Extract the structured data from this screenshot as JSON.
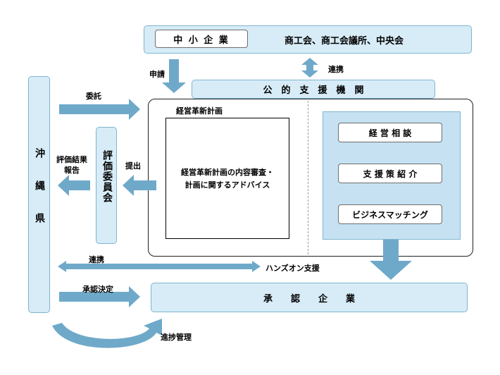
{
  "top": {
    "chusho_kigyo": "中 小 企 業",
    "organizations": "商工会、商工会議所、中央会"
  },
  "renkei_top": "連携",
  "shinsei": "申請",
  "koteki_shien_kikan": "公　的　支　援　機　関",
  "okinawa_ken": "沖縄県",
  "itaku": "委託",
  "hyoka_kekka_hokoku": [
    "評価結果",
    "報告"
  ],
  "hyoka_iinkai": "評価委員会",
  "teishutsu": "提出",
  "keiei_kakushin_keikaku": "経営革新計画",
  "review_text": [
    "経営革新計画の内容審査・",
    "計画に関するアドバイス"
  ],
  "services": [
    "経 営 相 談",
    "支 援 策 紹 介",
    "ビジネスマッチング"
  ],
  "renkei_bottom": "連携",
  "hands_on": "ハンズオン支援",
  "shonin_kettei": "承認決定",
  "shonin_kigyo": "承　　認　　企　　業",
  "shinchoku_kanri": "進捗管理",
  "colors": {
    "box_fill": "#d7ecf7",
    "box_border": "#7fb4d0",
    "arrow_fill": "#6fa9c9",
    "frame_border": "#222222"
  }
}
